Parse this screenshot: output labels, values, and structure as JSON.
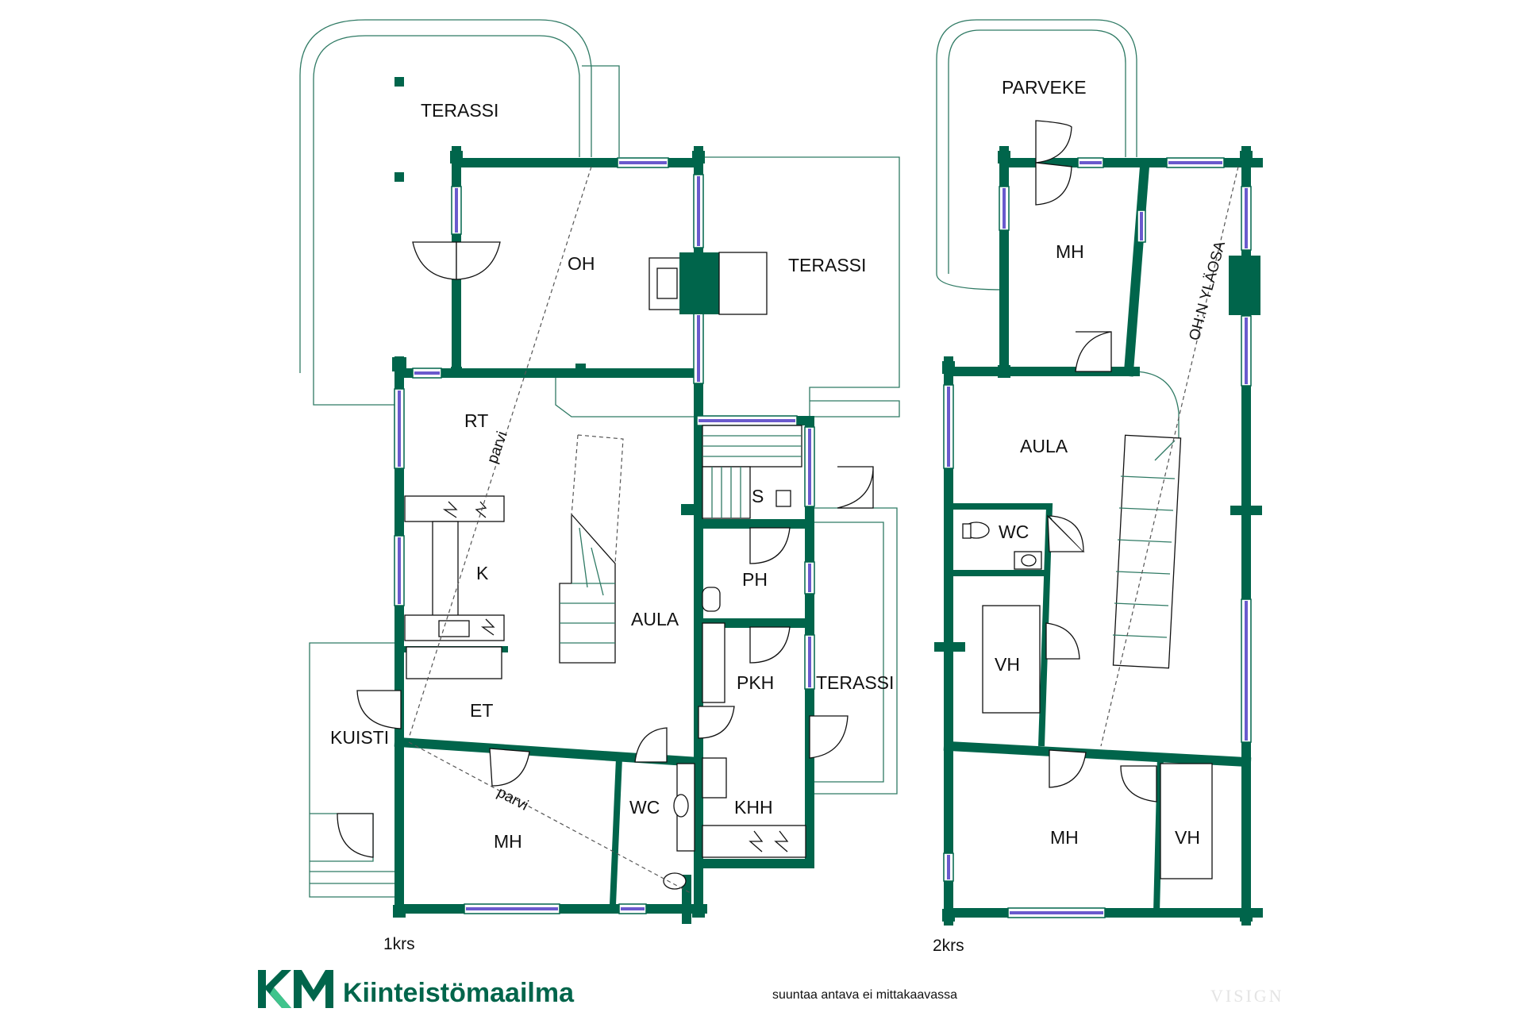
{
  "floor_1": {
    "label": "1krs",
    "rooms": {
      "terassi_nw": "TERASSI",
      "terassi_ne": "TERASSI",
      "terassi_e": "TERASSI",
      "oh": "OH",
      "rt": "RT",
      "parvi_upper": "parvi",
      "parvi_lower": "parvi",
      "k": "K",
      "aula": "AULA",
      "s": "S",
      "ph": "PH",
      "pkh": "PKH",
      "kuisti": "KUISTI",
      "et": "ET",
      "mh": "MH",
      "wc": "WC",
      "khh": "KHH"
    }
  },
  "floor_2": {
    "label": "2krs",
    "rooms": {
      "parveke": "PARVEKE",
      "mh_top": "MH",
      "oh_ylaosa": "OH:N YLÄOSA",
      "aula": "AULA",
      "wc": "WC",
      "vh_left": "VH",
      "mh_bottom": "MH",
      "vh_right": "VH"
    }
  },
  "brand": {
    "logo_mark": "KM",
    "name": "Kiinteistömaailma",
    "color": "#00654b"
  },
  "disclaimer": "suuntaa antava ei mittakaavassa",
  "watermark": "VISIGN"
}
